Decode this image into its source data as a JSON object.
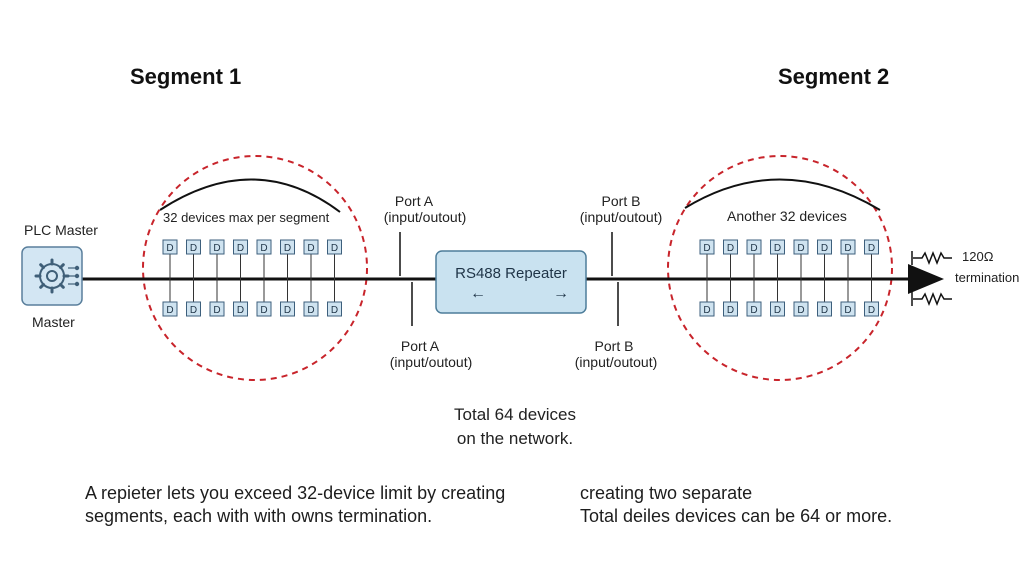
{
  "segment1": {
    "title": "Segment 1",
    "caption": "32 devices max per segment",
    "device_label": "D",
    "top_count": 8,
    "bottom_count": 8
  },
  "segment2": {
    "title": "Segment 2",
    "caption": "Another 32 devices",
    "device_label": "D",
    "top_count": 8,
    "bottom_count": 8
  },
  "plc": {
    "top_label": "PLC Master",
    "bottom_label": "Master",
    "icon": "gear-circuit-icon"
  },
  "repeater": {
    "title": "RS488 Repeater",
    "arrow_left": "←",
    "arrow_right": "→"
  },
  "ports": {
    "a_top_name": "Port A",
    "a_top_desc": "(input/outout)",
    "b_top_name": "Port B",
    "b_top_desc": "(input/outout)",
    "a_bottom_name": "Port A",
    "a_bottom_desc": "(input/outout)",
    "b_bottom_name": "Port B",
    "b_bottom_desc": "(input/outout)"
  },
  "termination": {
    "value": "120Ω",
    "label": "termination"
  },
  "total": {
    "line1": "Total 64 devices",
    "line2": "on the network."
  },
  "notes": {
    "left_line1": "A repieter lets you exceed 32-device limit by creating",
    "left_line2": "segments, each with with owns termination.",
    "right_line1": "creating two separate",
    "right_line2": "Total deiles devices can be 64 or more."
  },
  "colors": {
    "bus": "#111111",
    "circle_dash": "#c8242b",
    "device_fill": "#cfe3f0",
    "device_stroke": "#3d5f7c",
    "repeater_fill": "#c9e2f0",
    "repeater_stroke": "#4d7d9a",
    "plc_fill": "#d3e6f3"
  }
}
